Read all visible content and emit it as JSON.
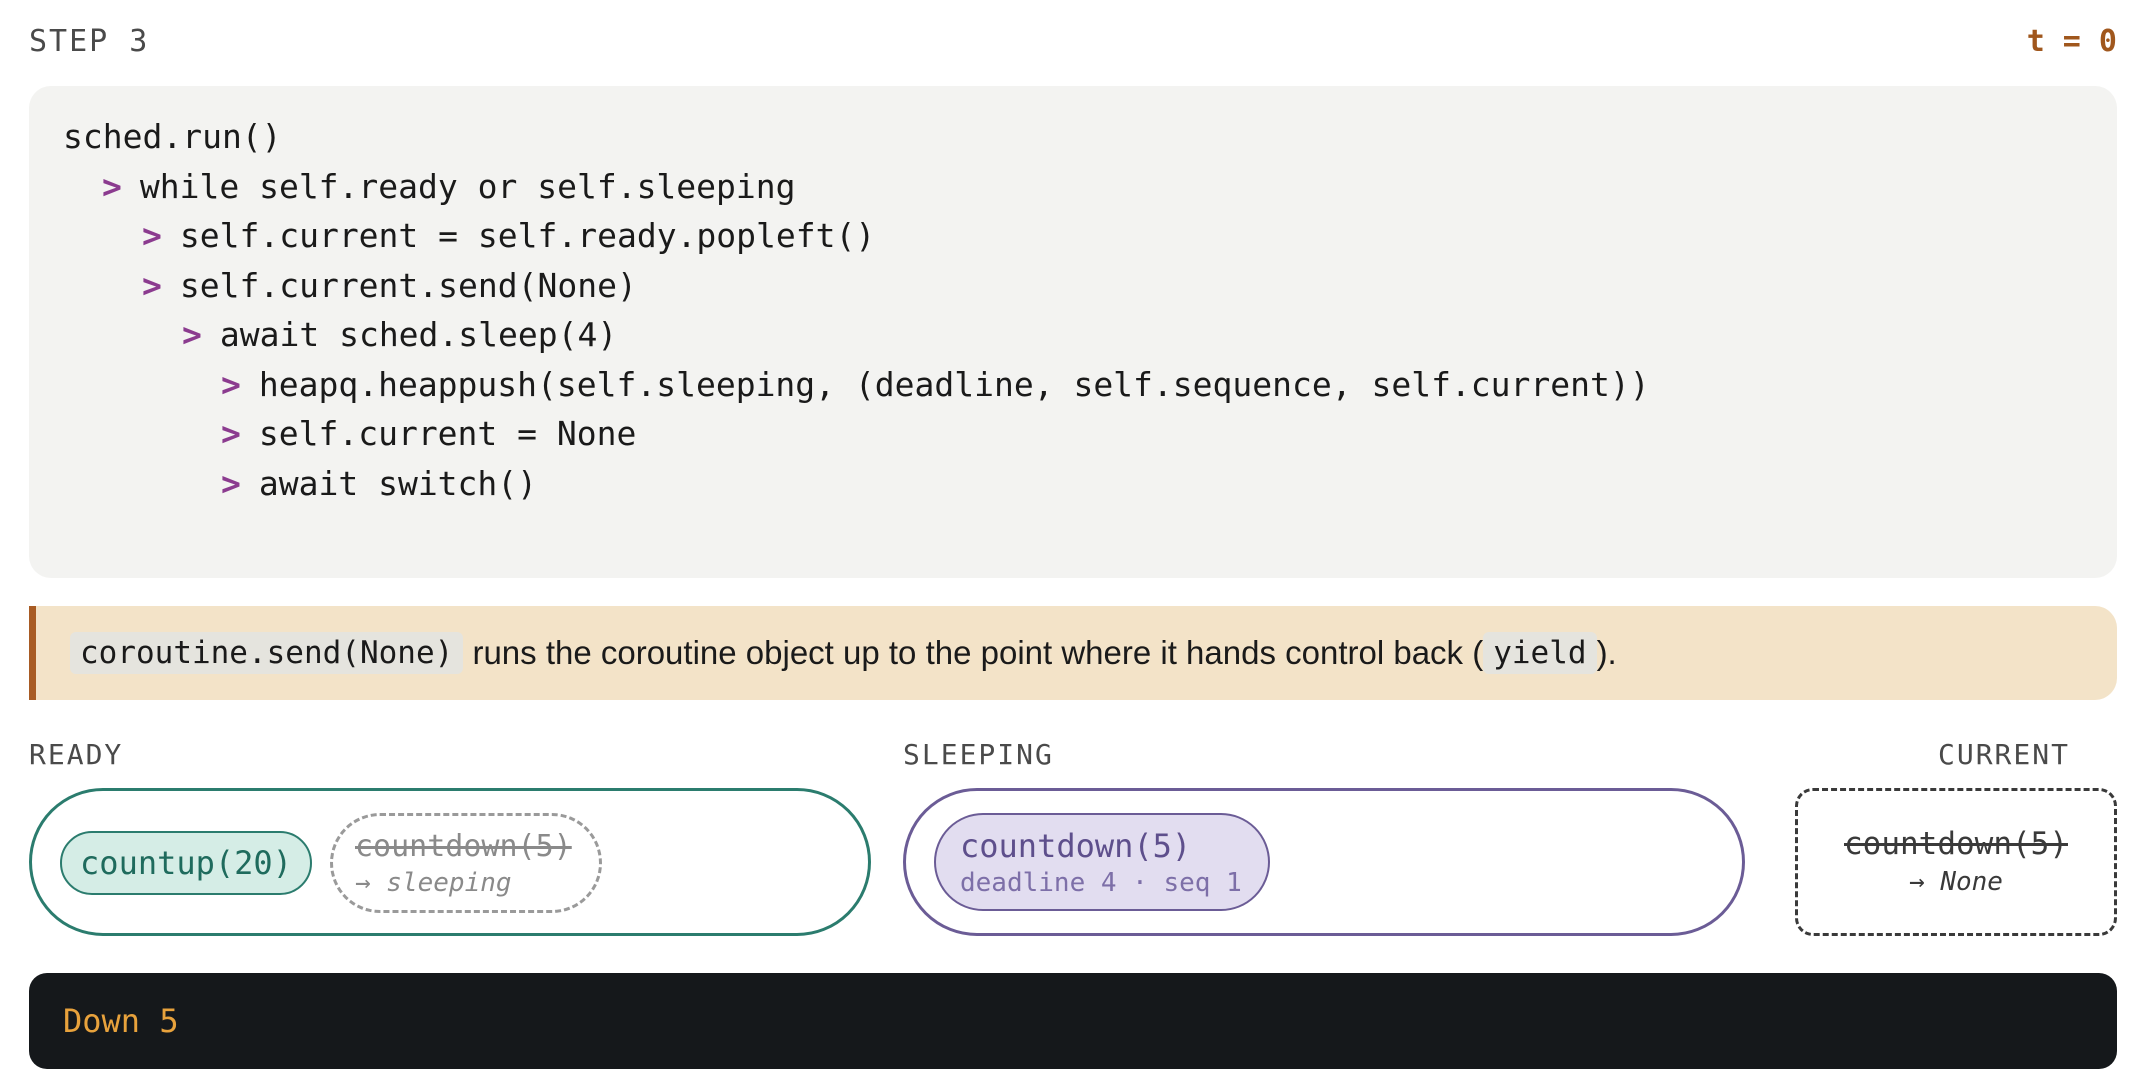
{
  "header": {
    "step": "STEP 3",
    "time": "t = 0"
  },
  "code": {
    "caret": ">",
    "lines": [
      {
        "indent": 0,
        "caret": false,
        "text": "sched.run()"
      },
      {
        "indent": 1,
        "caret": true,
        "text": "while self.ready or self.sleeping"
      },
      {
        "indent": 2,
        "caret": true,
        "text": "self.current = self.ready.popleft()"
      },
      {
        "indent": 2,
        "caret": true,
        "text": "self.current.send(None)"
      },
      {
        "indent": 3,
        "caret": true,
        "text": "await sched.sleep(4)"
      },
      {
        "indent": 4,
        "caret": true,
        "text": "heapq.heappush(self.sleeping, (deadline, self.sequence, self.current))"
      },
      {
        "indent": 4,
        "caret": true,
        "text": "self.current = None"
      },
      {
        "indent": 4,
        "caret": true,
        "text": "await switch()"
      }
    ]
  },
  "note": {
    "code1": "coroutine.send(None)",
    "text1": " runs the coroutine object up to the point where it hands control back (",
    "code2": "yield",
    "text2": ")."
  },
  "ready": {
    "label": "READY",
    "items": [
      {
        "name": "countup(20)"
      },
      {
        "name": "countdown(5)",
        "sub": "→ sleeping"
      }
    ]
  },
  "sleeping": {
    "label": "SLEEPING",
    "items": [
      {
        "name": "countdown(5)",
        "sub": "deadline 4 · seq 1"
      }
    ]
  },
  "current": {
    "label": "CURRENT",
    "name": "countdown(5)",
    "sub": "→ None"
  },
  "console": {
    "output": "Down 5"
  },
  "colors": {
    "accent_caret": "#8b3b8f",
    "time": "#a0571d",
    "ready": "#2b7c6e",
    "sleeping": "#6b5c96",
    "note_bg": "#f3e3c8",
    "console_text": "#e8a23c"
  }
}
